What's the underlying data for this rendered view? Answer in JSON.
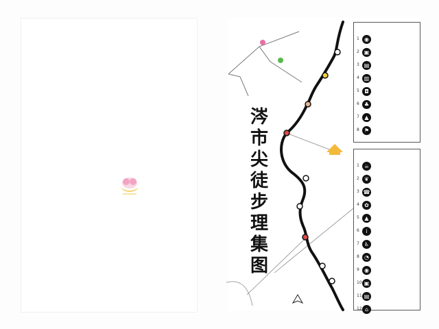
{
  "map": {
    "title_chars": [
      "涔",
      "市",
      "尖",
      "徒",
      "步",
      "理",
      "集",
      "图"
    ],
    "route_color": "#111111",
    "station_labels": [
      "",
      "",
      "",
      "",
      "",
      "",
      "",
      "",
      "",
      "",
      "",
      "",
      ""
    ],
    "station_markers": [
      {
        "label": "",
        "color": "#ffffff"
      },
      {
        "label": "",
        "color": "#f3d23a"
      },
      {
        "label": "",
        "color": "#e7b28e"
      },
      {
        "label": "",
        "color": "#d94a4a"
      },
      {
        "label": "",
        "color": "#ffffff"
      },
      {
        "label": "",
        "color": "#ffffff"
      },
      {
        "label": "",
        "color": "#d94a4a"
      },
      {
        "label": "",
        "color": "#ffffff"
      },
      {
        "label": "",
        "color": "#ffffff"
      }
    ],
    "poi_colors": [
      "#e86ea6",
      "#58b94b",
      "#f3b93a"
    ]
  },
  "legend_top": {
    "header": "",
    "rows": [
      {
        "num": "1",
        "icon": "camera-icon",
        "text": ""
      },
      {
        "num": "2",
        "icon": "shop-icon",
        "text": ""
      },
      {
        "num": "3",
        "icon": "bus-icon",
        "text": ""
      },
      {
        "num": "4",
        "icon": "building-icon",
        "text": ""
      },
      {
        "num": "5",
        "icon": "lock-icon",
        "text": ""
      },
      {
        "num": "6",
        "icon": "tree-icon",
        "text": ""
      },
      {
        "num": "7",
        "icon": "tent-icon",
        "text": ""
      },
      {
        "num": "8",
        "icon": "flag-icon",
        "text": ""
      }
    ]
  },
  "legend_bottom": {
    "header": "",
    "rows": [
      {
        "num": "1",
        "icon": "cup-icon",
        "text": ""
      },
      {
        "num": "2",
        "icon": "leaf-icon",
        "text": ""
      },
      {
        "num": "3",
        "icon": "phone-icon",
        "text": ""
      },
      {
        "num": "4",
        "icon": "flower-icon",
        "text": ""
      },
      {
        "num": "5",
        "icon": "mountain-icon",
        "text": ""
      },
      {
        "num": "6",
        "icon": "info-icon",
        "text": ""
      },
      {
        "num": "7",
        "icon": "toilet-icon",
        "text": ""
      },
      {
        "num": "8",
        "icon": "clock-icon",
        "text": ""
      },
      {
        "num": "9",
        "icon": "camera-icon",
        "text": ""
      },
      {
        "num": "10",
        "icon": "shop-icon",
        "text": ""
      },
      {
        "num": "11",
        "icon": "bus-icon",
        "text": ""
      },
      {
        "num": "12",
        "icon": "home-icon",
        "text": ""
      }
    ]
  }
}
